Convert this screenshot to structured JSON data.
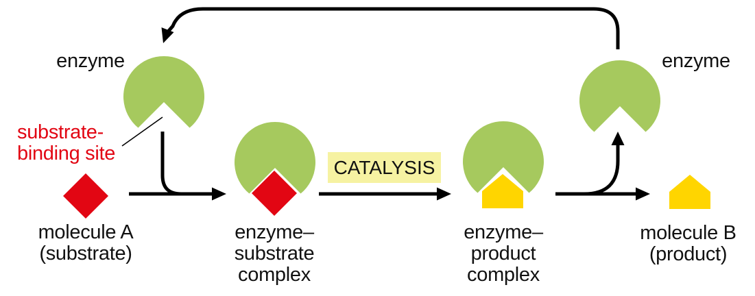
{
  "figure": {
    "title_labels": {
      "enzyme_left": "enzyme",
      "enzyme_right": "enzyme",
      "catalysis": "CATALYSIS"
    },
    "binding_site": {
      "line1": "substrate-",
      "line2": "binding site"
    },
    "molecule_a": {
      "line1": "molecule A",
      "line2": "(substrate)"
    },
    "es_complex": {
      "line1": "enzyme–",
      "line2": "substrate",
      "line3": "complex"
    },
    "ep_complex": {
      "line1": "enzyme–",
      "line2": "product",
      "line3": "complex"
    },
    "molecule_b": {
      "line1": "molecule B",
      "line2": "(product)"
    }
  },
  "palette": {
    "enzyme_green": "#a6c95e",
    "substrate_red": "#e20613",
    "product_yellow": "#ffd500",
    "catalysis_bg": "#f6f2a2",
    "arrow_black": "#000000",
    "binding_site_text_red": "#e20613",
    "label_black": "#111111"
  },
  "shapes": {
    "enzyme_left": "enzyme-pacman-notch-down",
    "es_complex": "enzyme-with-red-diamond-bound",
    "ep_complex": "enzyme-with-yellow-pentagon-bound",
    "enzyme_right": "enzyme-pacman-notch-down",
    "molecule_a": "red-diamond",
    "molecule_b": "yellow-pentagon"
  }
}
